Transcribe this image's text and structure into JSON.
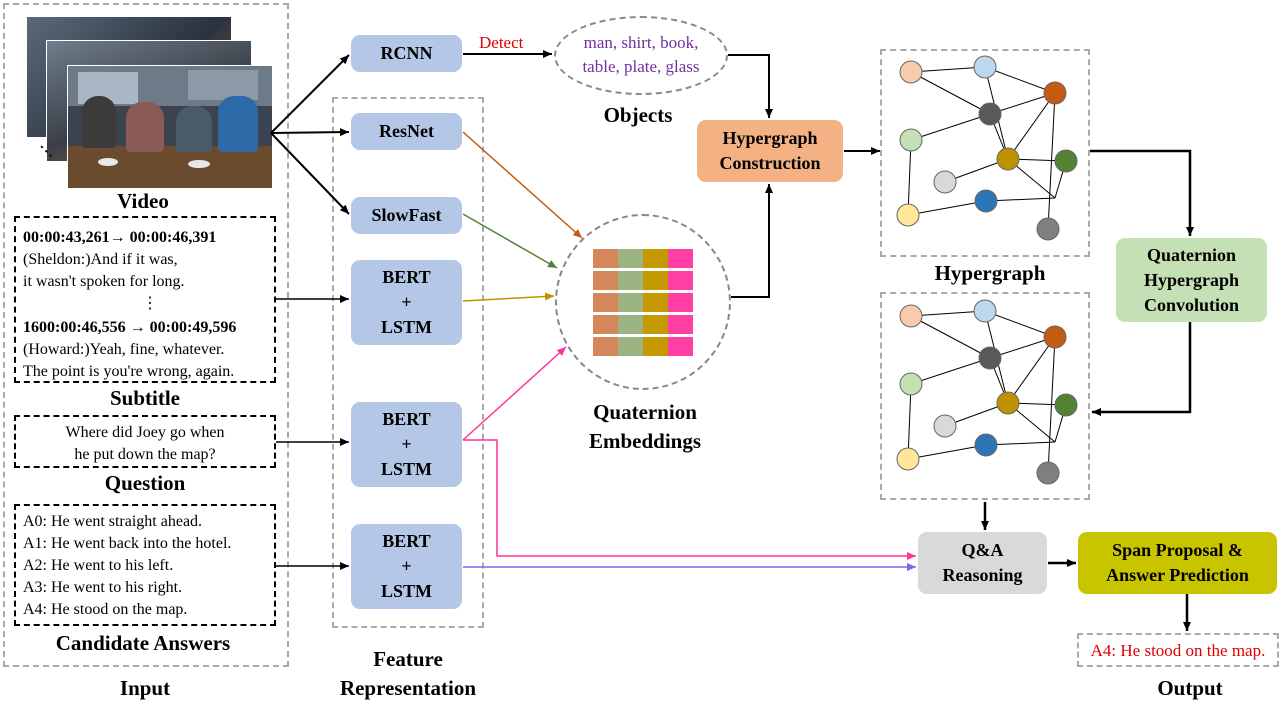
{
  "input": {
    "label": "Input",
    "video": {
      "label": "Video",
      "ellipsis": "⋮"
    },
    "subtitle": {
      "label": "Subtitle",
      "ts1": "00:00:43,261→ 00:00:46,391",
      "l1": "(Sheldon:)And if it was,",
      "l2": "it wasn't spoken for long.",
      "dots": "⋮",
      "ts2": "1600:00:46,556 → 00:00:49,596",
      "l3": "(Howard:)Yeah,  fine,  whatever.",
      "l4": "The point is you're wrong, again."
    },
    "question": {
      "label": "Question",
      "l1": "Where did Joey go when",
      "l2": "he put down the map?"
    },
    "answers": {
      "label": "Candidate Answers",
      "items": [
        "A0: He went straight ahead.",
        "A1: He went back into the hotel.",
        "A2: He went to his left.",
        "A3: He went to his right.",
        "A4: He stood on the map."
      ]
    }
  },
  "feature": {
    "label1": "Feature",
    "label2": "Representation",
    "rcnn": "RCNN",
    "resnet": "ResNet",
    "slowfast": "SlowFast",
    "bert": [
      "BERT",
      "+",
      "LSTM"
    ]
  },
  "detect_label": "Detect",
  "objects": {
    "label": "Objects",
    "line1": "man, shirt, book,",
    "line2": "table, plate, glass"
  },
  "quaternion": {
    "label1": "Quaternion",
    "label2": "Embeddings"
  },
  "hypergraph_construction": [
    "Hypergraph",
    "Construction"
  ],
  "hypergraph_label": "Hypergraph",
  "qhc": [
    "Quaternion",
    "Hypergraph",
    "Convolution"
  ],
  "qa": [
    "Q&A",
    "Reasoning"
  ],
  "span": [
    "Span Proposal &",
    "Answer Prediction"
  ],
  "output": {
    "label": "Output",
    "answer": "A4: He stood on the map."
  },
  "colors": {
    "model_blue": "#b4c7e7",
    "hypergraph_orange": "#f4b183",
    "qhc_green": "#c5e0b4",
    "qa_gray": "#d9d9d9",
    "span_yellow": "#c9c400",
    "resnet_arrow": "#c55a11",
    "slowfast_arrow": "#548235",
    "subtitle_arrow": "#bf9000",
    "question_arrow": "#ff3399",
    "answer_arrow": "#7b68ee",
    "object_text": "#7030a0",
    "detect_text": "#e00000"
  }
}
